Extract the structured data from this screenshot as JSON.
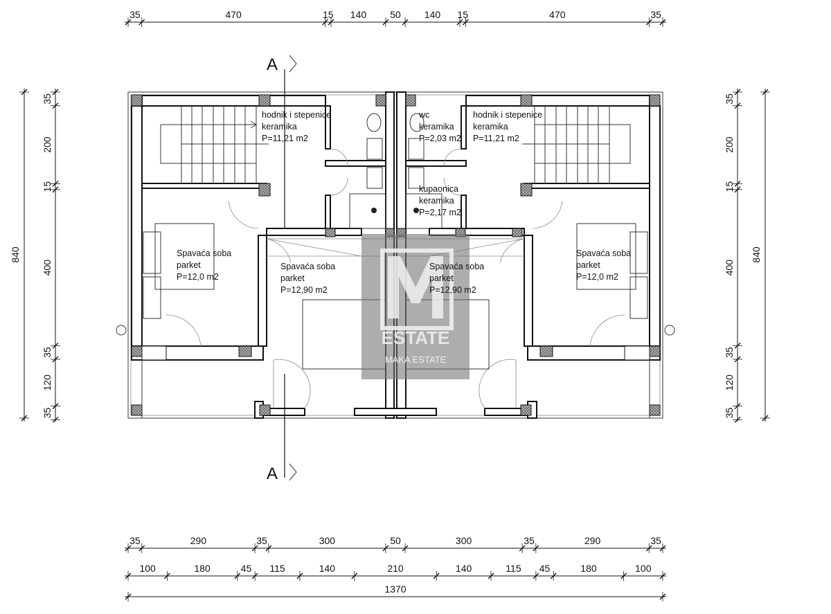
{
  "plan": {
    "section_label": "A",
    "dimensions": {
      "top": [
        "35",
        "470",
        "15",
        "140",
        "50",
        "140",
        "15",
        "470",
        "35"
      ],
      "bottom_row1": [
        "35",
        "290",
        "35",
        "300",
        "50",
        "300",
        "35",
        "290",
        "35"
      ],
      "bottom_row2": [
        "100",
        "180",
        "45",
        "115",
        "140",
        "210",
        "140",
        "115",
        "45",
        "180",
        "100"
      ],
      "bottom_total": "1370",
      "left": [
        "35",
        "200",
        "15",
        "400",
        "35",
        "120",
        "35"
      ],
      "right": [
        "35",
        "200",
        "15",
        "400",
        "35",
        "120",
        "35"
      ],
      "left_total": "840",
      "right_total": "840"
    },
    "rooms": [
      {
        "name": "hodnik i stepenice",
        "floor": "keramika",
        "area": "P=11,21 m2"
      },
      {
        "name": "wc",
        "floor": "keramika",
        "area": "P=2,03 m2"
      },
      {
        "name": "hodnik i stepenice",
        "floor": "keramika",
        "area": "P=11,21 m2"
      },
      {
        "name": "kupaonica",
        "floor": "keramika",
        "area": "P=2,17 m2"
      },
      {
        "name": "Spavaća soba",
        "floor": "parket",
        "area": "P=12,0 m2"
      },
      {
        "name": "Spavaća soba",
        "floor": "parket",
        "area": "P=12,90 m2"
      },
      {
        "name": "Spavaća soba",
        "floor": "parket",
        "area": "P=12,90 m2"
      },
      {
        "name": "Spavaća soba",
        "floor": "parket",
        "area": "P=12,0 m2"
      }
    ],
    "watermark": {
      "logo_letter": "M",
      "brand": "ESTATE",
      "caption": "MAKA ESTATE"
    }
  }
}
